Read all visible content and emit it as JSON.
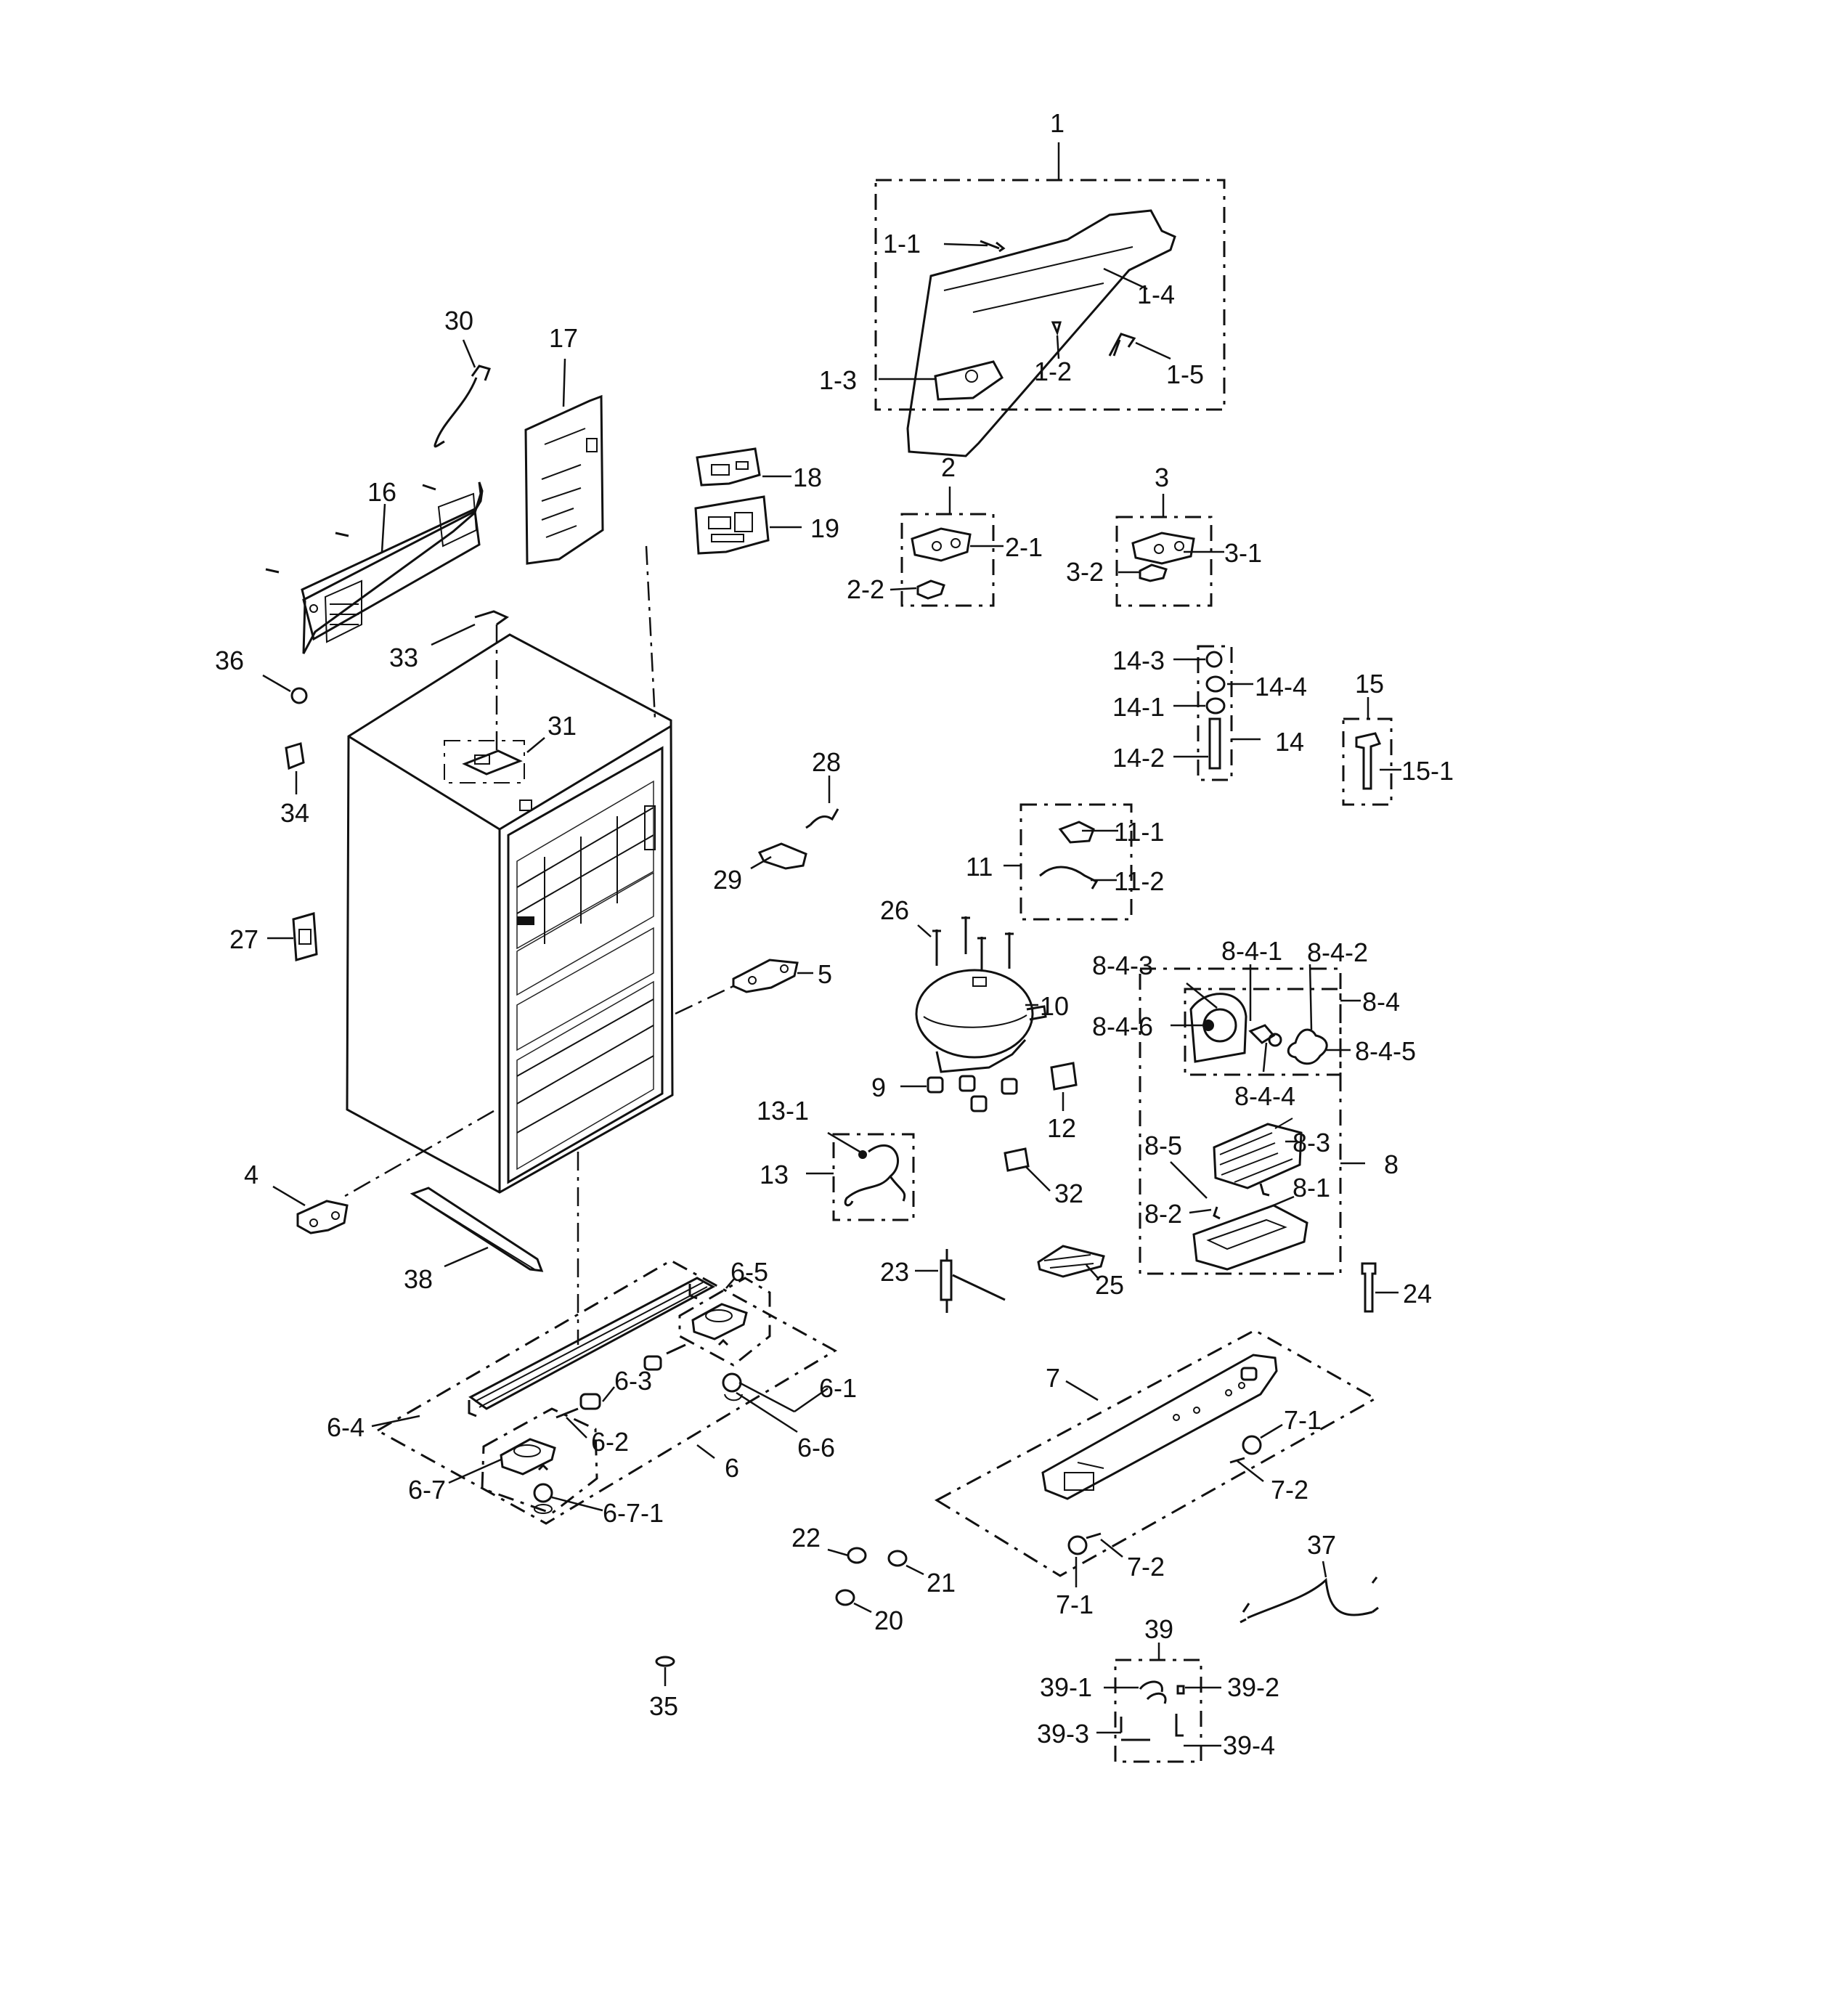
{
  "labels": {
    "p1": "1",
    "p1_1": "1-1",
    "p1_2": "1-2",
    "p1_3": "1-3",
    "p1_4": "1-4",
    "p1_5": "1-5",
    "p2": "2",
    "p2_1": "2-1",
    "p2_2": "2-2",
    "p3": "3",
    "p3_1": "3-1",
    "p3_2": "3-2",
    "p4": "4",
    "p5": "5",
    "p6": "6",
    "p6_1": "6-1",
    "p6_2": "6-2",
    "p6_3": "6-3",
    "p6_4": "6-4",
    "p6_5": "6-5",
    "p6_6": "6-6",
    "p6_7": "6-7",
    "p6_7_1": "6-7-1",
    "p7": "7",
    "p7_1a": "7-1",
    "p7_1b": "7-1",
    "p7_2a": "7-2",
    "p7_2b": "7-2",
    "p8": "8",
    "p8_1": "8-1",
    "p8_2": "8-2",
    "p8_3": "8-3",
    "p8_4": "8-4",
    "p8_5": "8-5",
    "p8_4_1": "8-4-1",
    "p8_4_2": "8-4-2",
    "p8_4_3": "8-4-3",
    "p8_4_4": "8-4-4",
    "p8_4_5": "8-4-5",
    "p8_4_6": "8-4-6",
    "p9": "9",
    "p10": "10",
    "p11": "11",
    "p11_1": "11-1",
    "p11_2": "11-2",
    "p12": "12",
    "p13": "13",
    "p13_1": "13-1",
    "p14": "14",
    "p14_1": "14-1",
    "p14_2": "14-2",
    "p14_3": "14-3",
    "p14_4": "14-4",
    "p15": "15",
    "p15_1": "15-1",
    "p16": "16",
    "p17": "17",
    "p18": "18",
    "p19": "19",
    "p20": "20",
    "p21": "21",
    "p22": "22",
    "p23": "23",
    "p24": "24",
    "p25": "25",
    "p26": "26",
    "p27": "27",
    "p28": "28",
    "p29": "29",
    "p30": "30",
    "p31": "31",
    "p32": "32",
    "p33": "33",
    "p34": "34",
    "p35": "35",
    "p36": "36",
    "p37": "37",
    "p38": "38",
    "p39": "39",
    "p39_1": "39-1",
    "p39_2": "39-2",
    "p39_3": "39-3",
    "p39_4": "39-4"
  }
}
